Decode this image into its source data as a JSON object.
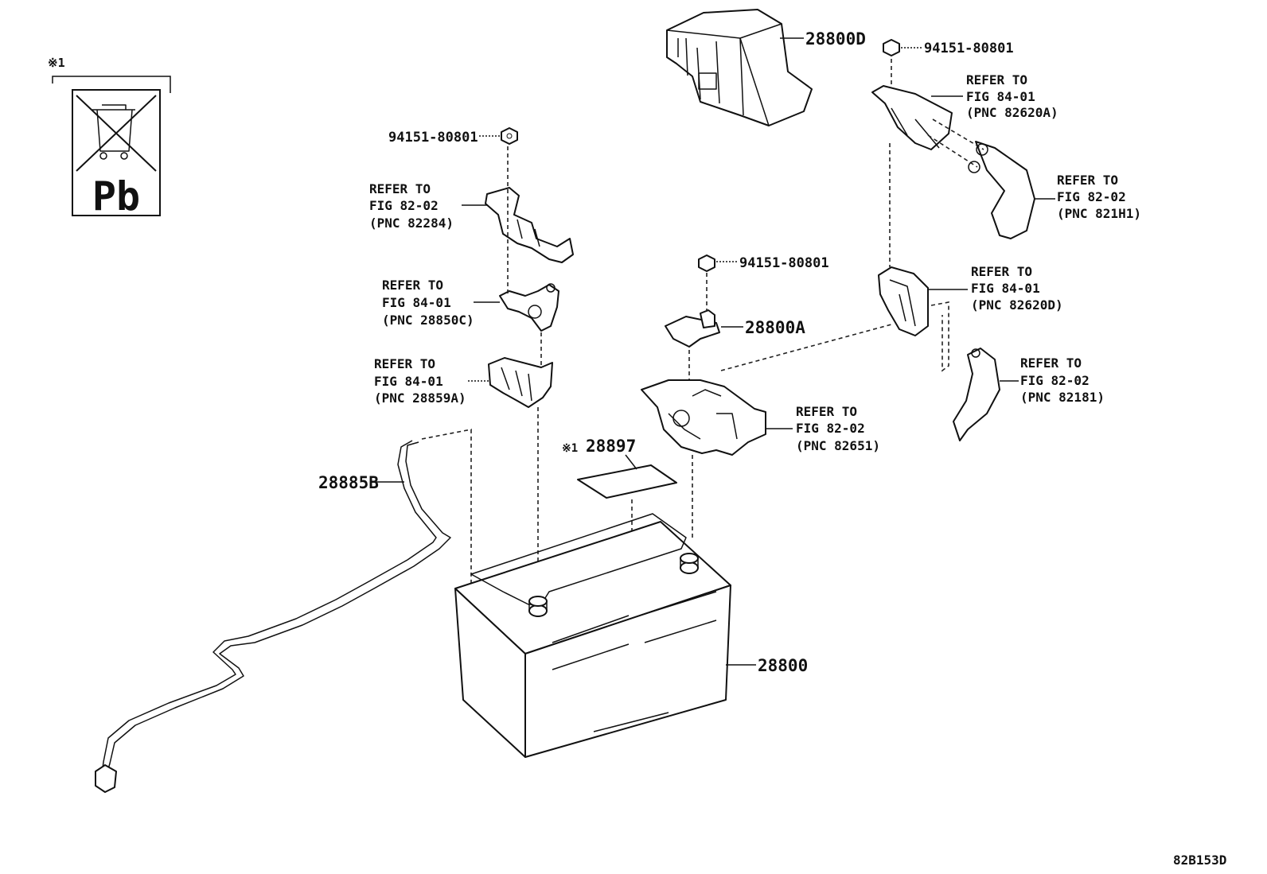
{
  "figure_code": "82B153D",
  "recycle_label": {
    "note_mark": "※1",
    "symbol": "Pb"
  },
  "callouts": {
    "bolt_left": "94151-80801",
    "bolt_mid": "94151-80801",
    "bolt_right": "94151-80801",
    "cover": "28800D",
    "clamp": "28800A",
    "label_note": "※1",
    "label": "28897",
    "cable": "28885B",
    "battery": "28800"
  },
  "references": [
    {
      "line1": "REFER TO",
      "line2": "FIG 82-02",
      "line3": "(PNC 82284)"
    },
    {
      "line1": "REFER TO",
      "line2": "FIG 84-01",
      "line3": "(PNC 28850C)"
    },
    {
      "line1": "REFER TO",
      "line2": "FIG 84-01",
      "line3": "(PNC 28859A)"
    },
    {
      "line1": "REFER TO",
      "line2": "FIG 84-01",
      "line3": "(PNC 82620A)"
    },
    {
      "line1": "REFER TO",
      "line2": "FIG 82-02",
      "line3": "(PNC 821H1)"
    },
    {
      "line1": "REFER TO",
      "line2": "FIG 84-01",
      "line3": "(PNC 82620D)"
    },
    {
      "line1": "REFER TO",
      "line2": "FIG 82-02",
      "line3": "(PNC 82181)"
    },
    {
      "line1": "REFER TO",
      "line2": "FIG 82-02",
      "line3": "(PNC 82651)"
    }
  ]
}
